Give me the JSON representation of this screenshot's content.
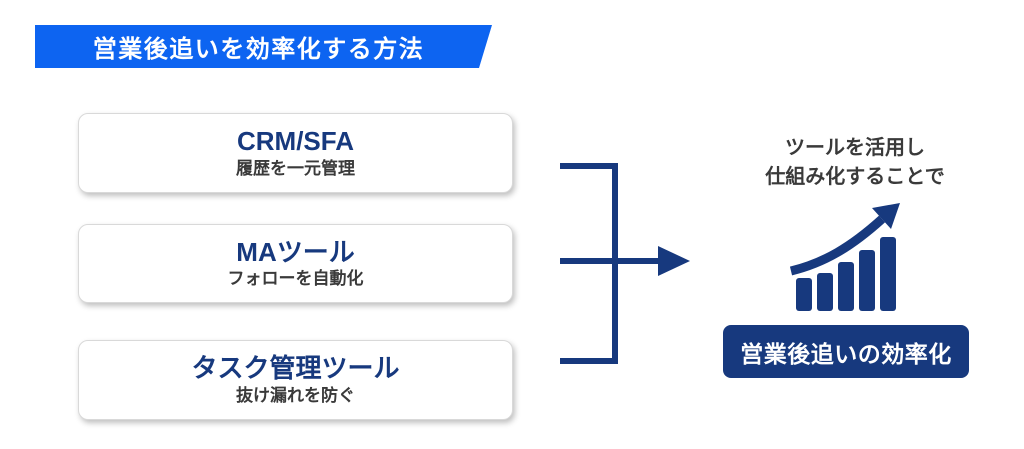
{
  "banner": {
    "label": "営業後追いを効率化する方法"
  },
  "tools": [
    {
      "name": "CRM/SFA",
      "description": "履歴を一元管理"
    },
    {
      "name": "MAツール",
      "description": "フォローを自動化"
    },
    {
      "name": "タスク管理ツール",
      "description": "抜け漏れを防ぐ"
    }
  ],
  "outcome": {
    "caption_line1": "ツールを活用し",
    "caption_line2": "仕組み化することで",
    "label": "営業後追いの効率化"
  },
  "icons": {
    "growth_chart": "bar-chart-with-rising-arrow",
    "flow_arrow": "right-arrow"
  },
  "colors": {
    "banner_blue": "#0d64f1",
    "navy": "#17397e",
    "text_gray": "#3a3a3a",
    "box_border": "#d9d9d9",
    "background": "#ffffff"
  }
}
